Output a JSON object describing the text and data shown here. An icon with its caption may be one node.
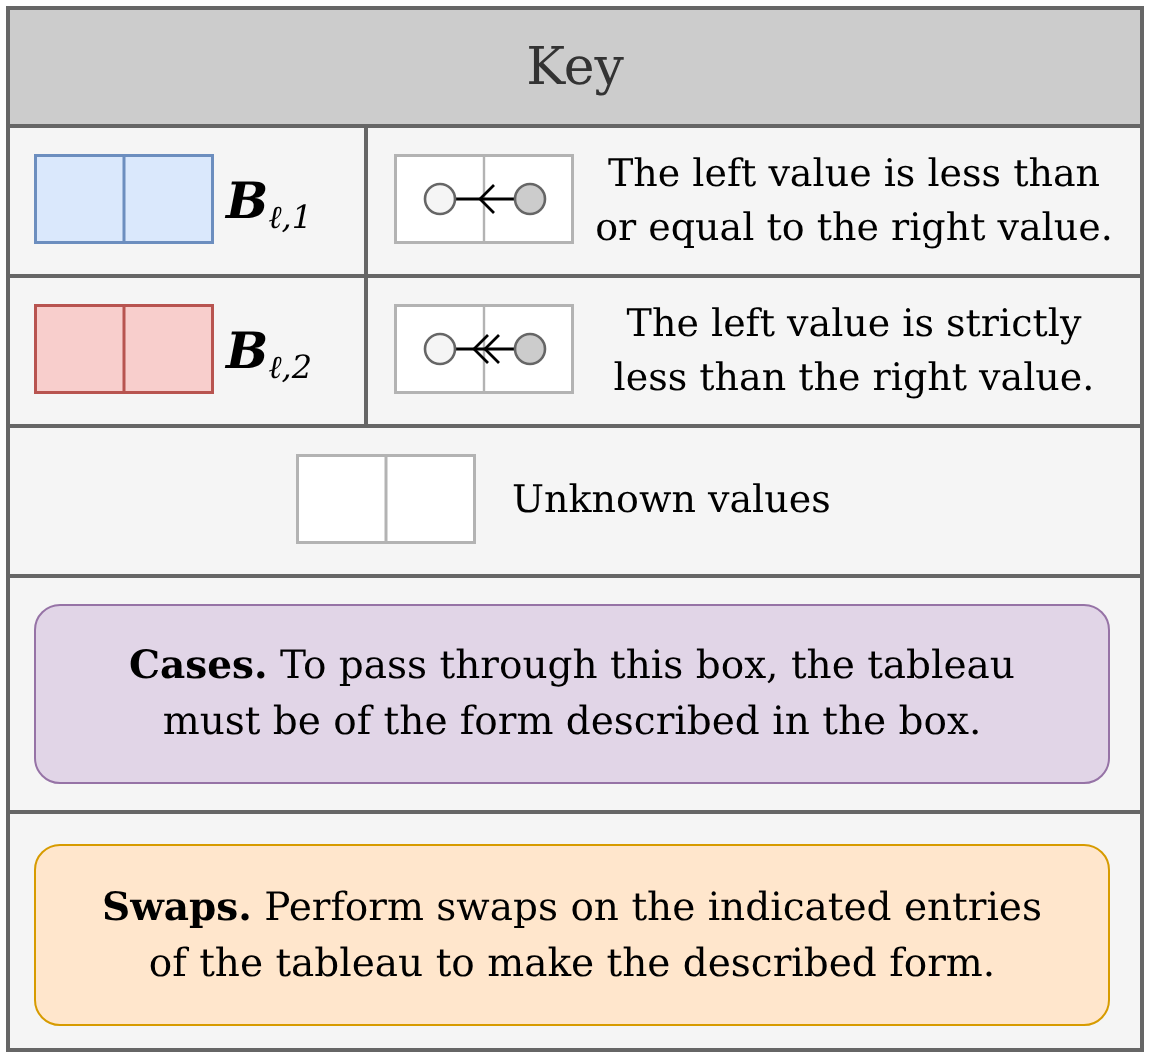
{
  "diagram": {
    "title": "Key",
    "nodes": [
      {
        "text": [
          "**Cases.** To pass through this box, the tableau must be of the form described in the box."
        ]
      },
      {
        "text": [
          "**Swaps.** Perform swaps on the indicated entries of the tableau to make the described form."
        ]
      }
    ],
    "legend": [
      {
        "text": "**B**$_{ℓ,1}$",
        "color": "#dae8fc"
      },
      {
        "text": "The left value is less than or equal to the right value."
      },
      {
        "text": "**B**$_{ℓ,2}$",
        "color": "#f8cecc"
      },
      {
        "text": "The left value is strictly less than the right value."
      },
      {
        "text": "Unknown values",
        "color": "#ffffff"
      }
    ]
  }
}
